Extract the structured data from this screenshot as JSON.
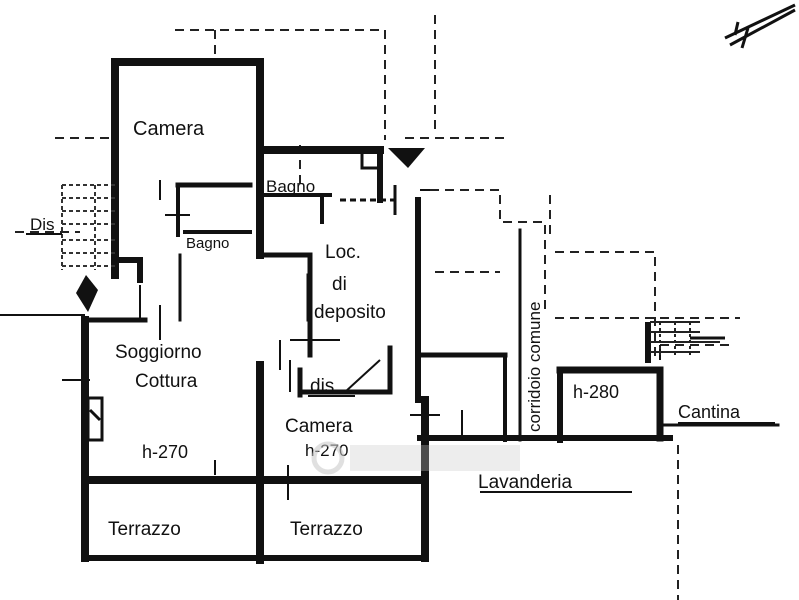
{
  "labels": {
    "camera_top": "Camera",
    "bagno_upper": "Bagno",
    "bagno_lower": "Bagno",
    "dis_left": "Dis",
    "loc_1": "Loc.",
    "loc_2": "di",
    "loc_3": "deposito",
    "soggiorno": "Soggiorno",
    "cottura": "Cottura",
    "dis_mid": "dis.",
    "camera_mid": "Camera",
    "h_camera": "h-270",
    "h_soggiorno": "h-270",
    "corridoio": "corridoio comune",
    "h_cantina": "h-280",
    "cantina": "Cantina",
    "lavanderia": "Lavanderia",
    "terrazzo_left": "Terrazzo",
    "terrazzo_right": "Terrazzo"
  },
  "colors": {
    "wall": "#111111",
    "paper": "#ffffff",
    "watermark": "#c8c8c8"
  }
}
